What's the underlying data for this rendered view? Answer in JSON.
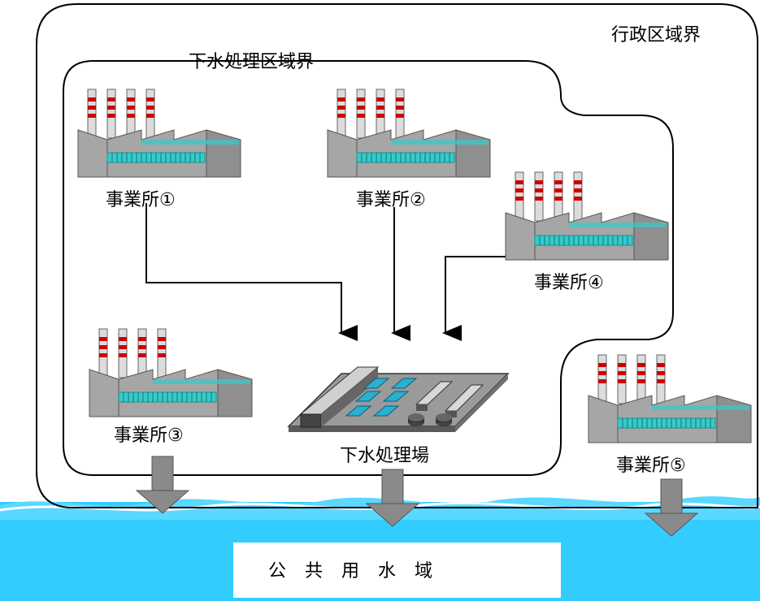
{
  "boundaries": {
    "admin_label": "行政区域界",
    "sewer_label": "下水処理区域界"
  },
  "facilities": [
    {
      "label": "事業所①"
    },
    {
      "label": "事業所②"
    },
    {
      "label": "事業所③"
    },
    {
      "label": "事業所④"
    },
    {
      "label": "事業所⑤"
    }
  ],
  "plant": {
    "label": "下水処理場"
  },
  "water": {
    "label": "公共用水域"
  },
  "colors": {
    "water": "#33ccff",
    "factory_body": "#a6a6a6",
    "windows": "#33cccc",
    "chimney_stripe": "#cc0000",
    "discharge_arrow": "#808080",
    "plant_tile": "#2ab0d0"
  }
}
